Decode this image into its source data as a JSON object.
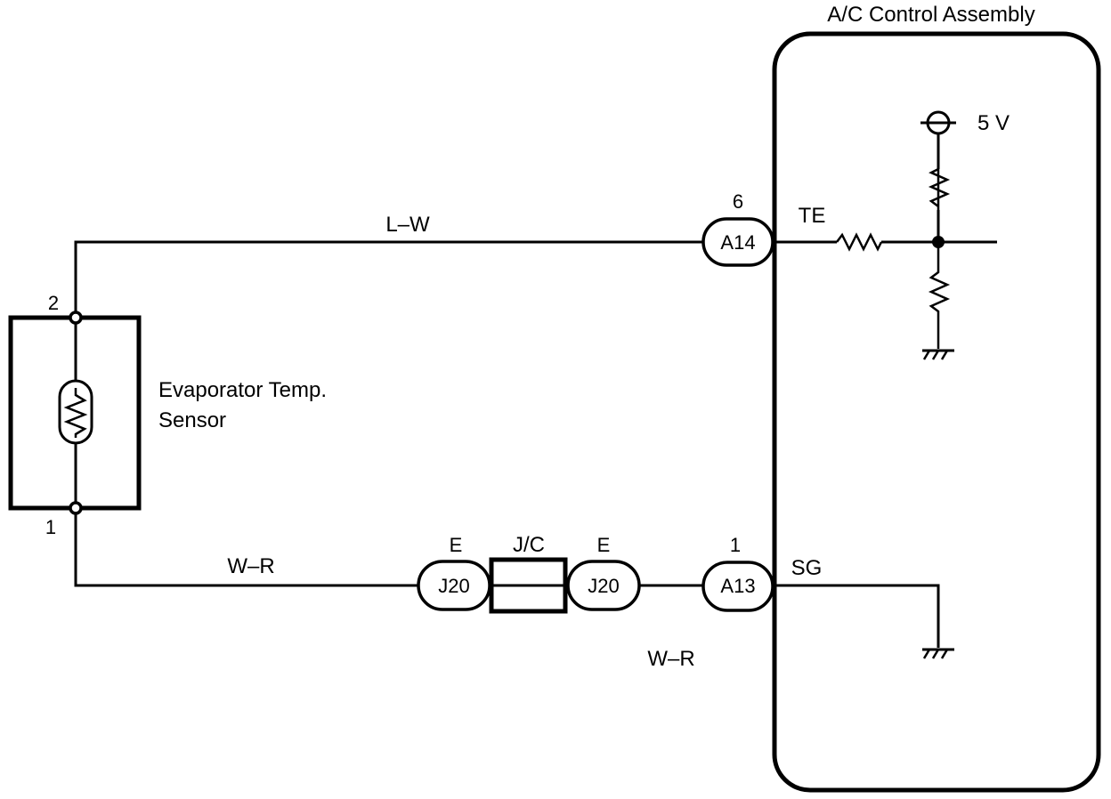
{
  "assembly": {
    "title": "A/C Control Assembly",
    "supply_voltage": "5 V"
  },
  "sensor": {
    "name_line1": "Evaporator Temp.",
    "name_line2": "Sensor",
    "pin_top": "2",
    "pin_bottom": "1"
  },
  "wires": {
    "top": "L–W",
    "bottom_left": "W–R",
    "bottom_right": "W–R"
  },
  "connectors": {
    "a14": {
      "id": "A14",
      "pin": "6",
      "signal": "TE"
    },
    "a13": {
      "id": "A13",
      "pin": "1",
      "signal": "SG"
    },
    "j20_left": {
      "id": "J20",
      "pin": "E"
    },
    "j20_right": {
      "id": "J20",
      "pin": "E"
    },
    "junction": {
      "label": "J/C"
    }
  }
}
